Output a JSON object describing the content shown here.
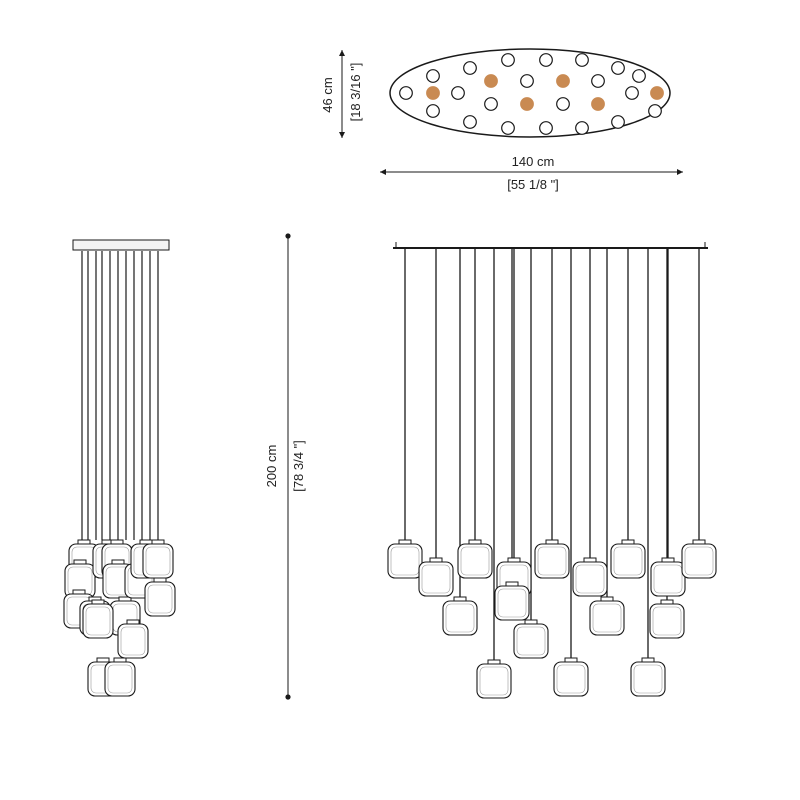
{
  "dimensions": {
    "depth_cm": "46 cm",
    "depth_in": "[18 3/16 \"]",
    "width_cm": "140 cm",
    "width_in": "[55 1/8 \"]",
    "height_cm": "200 cm",
    "height_in": "[78 3/4 \"]"
  },
  "colors": {
    "line": "#1a1a1a",
    "accent_pendant": "#c98a52",
    "shade_fill": "#ffffff",
    "canopy_fill": "#f4f4f4"
  }
}
